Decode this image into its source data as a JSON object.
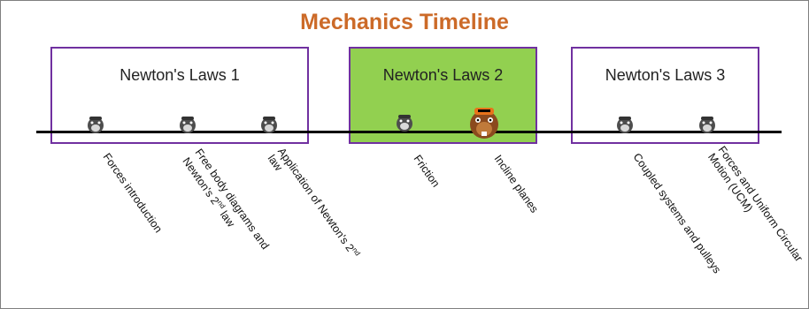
{
  "title": "Mechanics Timeline",
  "colors": {
    "title": "#cc6a28",
    "box_border": "#7030a0",
    "highlight": "#92d050"
  },
  "units": [
    {
      "label": "Newton's Laws 1",
      "highlighted": false
    },
    {
      "label": "Newton's Laws 2",
      "highlighted": true
    },
    {
      "label": "Newton's Laws 3",
      "highlighted": false
    }
  ],
  "topics": [
    {
      "lines": [
        "Forces introduction"
      ],
      "marker": "beaver-icon"
    },
    {
      "lines": [
        "Free body diagrams and",
        "Newton's 2",
        "nd",
        " law"
      ],
      "marker": "beaver-icon"
    },
    {
      "lines": [
        "Application of Newton's 2",
        "nd",
        "law"
      ],
      "marker": "beaver-icon"
    },
    {
      "lines": [
        "Friction"
      ],
      "marker": "beaver-icon"
    },
    {
      "lines": [
        "Incline planes"
      ],
      "marker": "beaver-mascot-icon"
    },
    {
      "lines": [
        "Coupled systems and pulleys"
      ],
      "marker": "beaver-icon"
    },
    {
      "lines": [
        "Forces and Uniform Circular",
        "Motion (UCM)"
      ],
      "marker": "beaver-icon"
    }
  ]
}
